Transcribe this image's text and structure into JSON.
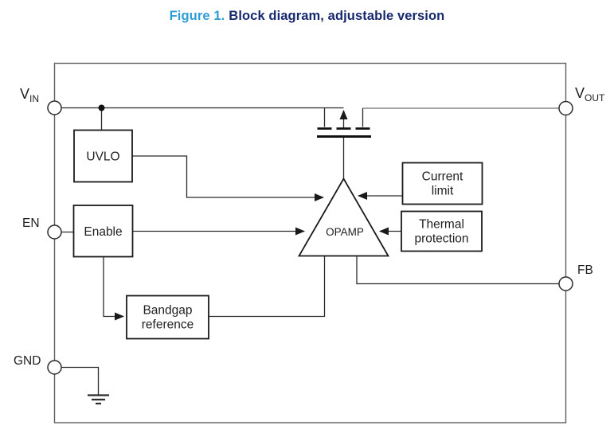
{
  "figure": {
    "label": "Figure 1.",
    "title": "Block diagram, adjustable version"
  },
  "pins": {
    "vin": {
      "base": "V",
      "sub": "IN"
    },
    "vout": {
      "base": "V",
      "sub": "OUT"
    },
    "en": {
      "label": "EN"
    },
    "gnd": {
      "label": "GND"
    },
    "fb": {
      "label": "FB"
    }
  },
  "blocks": {
    "uvlo": {
      "label": "UVLO"
    },
    "enable": {
      "label": "Enable"
    },
    "bandgap": {
      "line1": "Bandgap",
      "line2": "reference"
    },
    "current_limit": {
      "line1": "Current",
      "line2": "limit"
    },
    "thermal_protection": {
      "line1": "Thermal",
      "line2": "protection"
    },
    "opamp": {
      "label": "OPAMP"
    }
  },
  "icons": {
    "pass_transistor": "pmos-pass-transistor-icon",
    "ground": "ground-symbol-icon"
  },
  "colors": {
    "figure_label": "#2f9cd6",
    "figure_title": "#16286e",
    "wire": "#2b2b2b",
    "chip_outline": "#5f5f5f",
    "text": "#1f1f1f",
    "background": "#ffffff"
  }
}
